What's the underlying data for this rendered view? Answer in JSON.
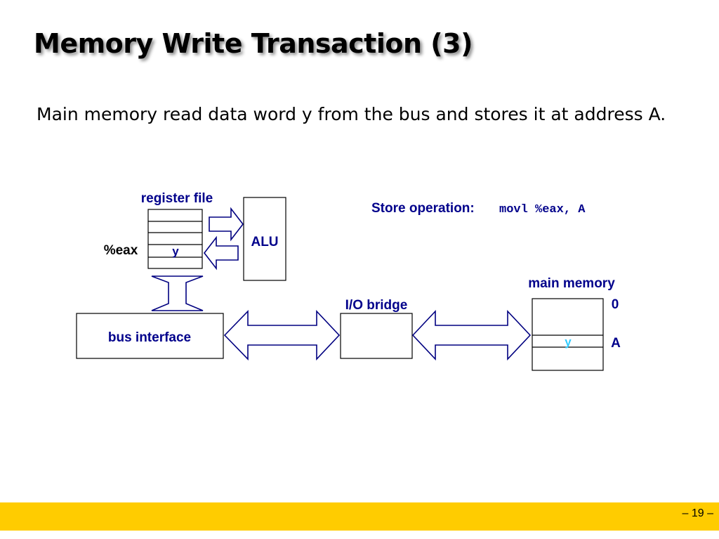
{
  "slide": {
    "title": "Memory Write Transaction (3)",
    "bullet": "Main memory read data word y from the bus and stores it at address A.",
    "page_number": "– 19 –"
  },
  "diagram": {
    "register_file_label": "register file",
    "eax_label": "%eax",
    "register_value": "y",
    "alu_label": "ALU",
    "store_op_label": "Store operation:",
    "store_op_code": "movl %eax, A",
    "main_memory_label": "main memory",
    "address_zero": "0",
    "address_a": "A",
    "memory_value": "y",
    "io_bridge_label": "I/O bridge",
    "bus_interface_label": "bus interface"
  },
  "colors": {
    "arrow_outline": "#000080",
    "memory_value": "#33ccff",
    "footer": "#ffcc00"
  }
}
